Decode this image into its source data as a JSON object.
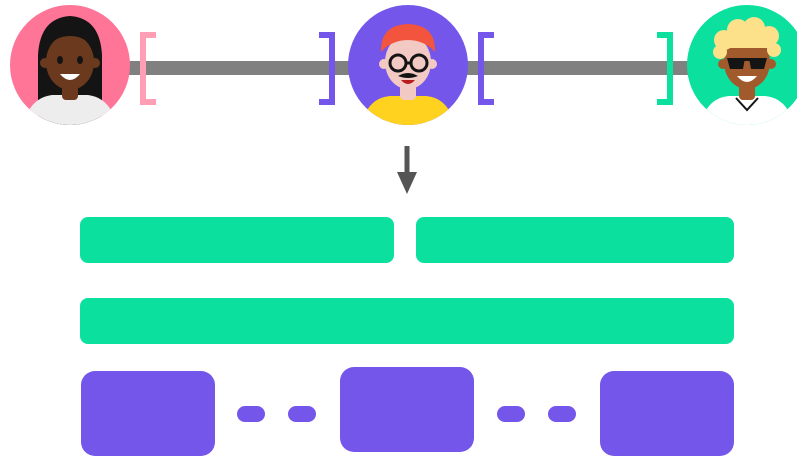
{
  "diagram": {
    "people": [
      {
        "name": "person-left",
        "bg": "#FF7597",
        "skin": "#6B3A1E",
        "hair": "#141414",
        "shirt": "#EDEDED"
      },
      {
        "name": "person-center",
        "bg": "#7457EA",
        "skin": "#F3C9C4",
        "hair": "#F2543D",
        "shirt": "#FFD21F"
      },
      {
        "name": "person-right",
        "bg": "#0CE09F",
        "skin": "#A15A2C",
        "hair": "#FCE08A",
        "shirt": "#FFFFFF"
      }
    ],
    "connector_color": "#808080",
    "bracket_colors": {
      "pink": "#FF9EB5",
      "purple": "#7457EA",
      "green": "#0CE09F"
    },
    "arrow_color": "#555555",
    "bars": {
      "color": "#0CE09F",
      "row1_count": 2,
      "row2_count": 1
    },
    "blocks": {
      "color": "#7457EA",
      "count": 3,
      "dashes_between": 2
    }
  }
}
